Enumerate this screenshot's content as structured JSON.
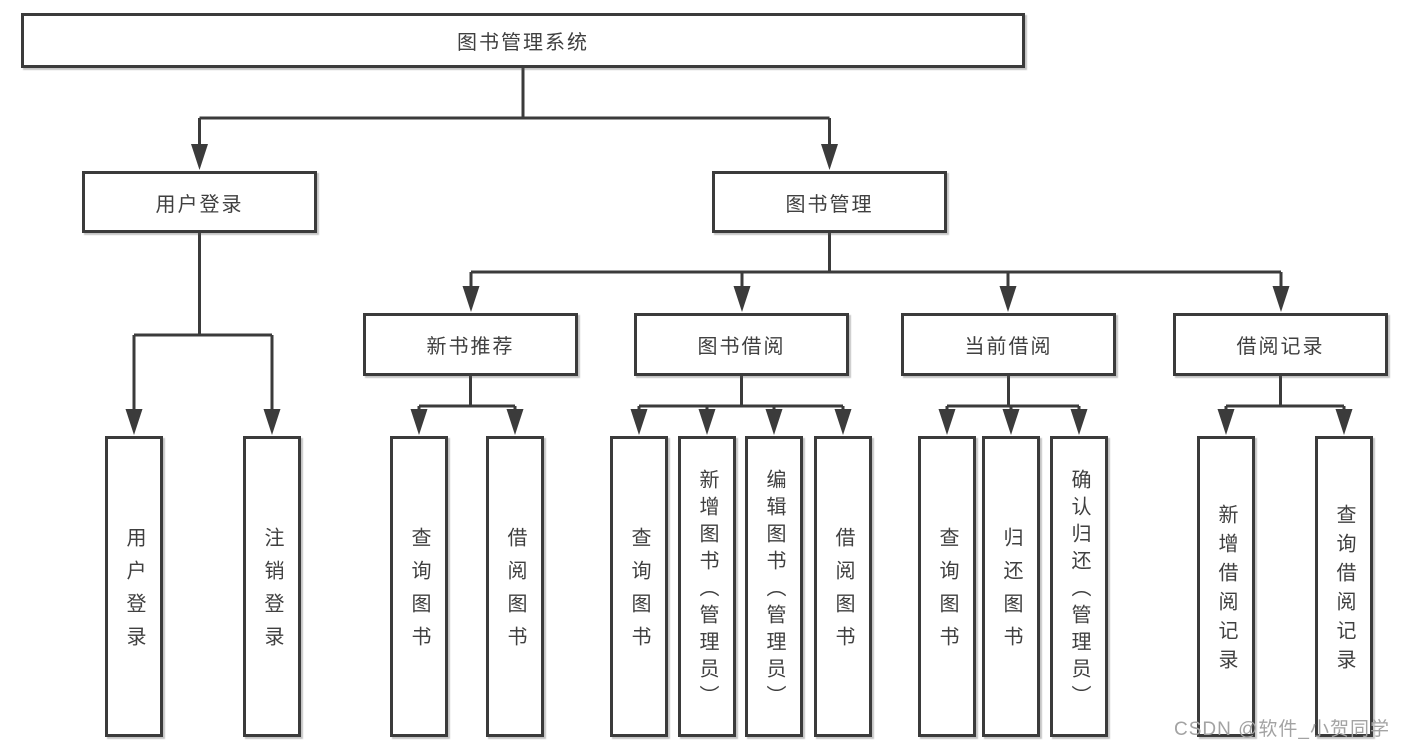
{
  "diagram": {
    "root": {
      "label": "图书管理系统"
    },
    "level2": [
      {
        "label": "用户登录"
      },
      {
        "label": "图书管理"
      }
    ],
    "level3": [
      {
        "label": "新书推荐"
      },
      {
        "label": "图书借阅"
      },
      {
        "label": "当前借阅"
      },
      {
        "label": "借阅记录"
      }
    ],
    "leaves": [
      {
        "label": "用户登录"
      },
      {
        "label": "注销登录"
      },
      {
        "label": "查询图书"
      },
      {
        "label": "借阅图书"
      },
      {
        "label": "查询图书"
      },
      {
        "label": "新增图书（管理员）"
      },
      {
        "label": "编辑图书（管理员）"
      },
      {
        "label": "借阅图书"
      },
      {
        "label": "查询图书"
      },
      {
        "label": "归还图书"
      },
      {
        "label": "确认归还（管理员）"
      },
      {
        "label": "新增借阅记录"
      },
      {
        "label": "查询借阅记录"
      }
    ],
    "line_color": "#3b3b3b",
    "text_color": "#404040",
    "box_background": "#ffffff"
  },
  "watermark": {
    "text": "CSDN @软件_小贺同学",
    "color": "#a3a3a3"
  }
}
